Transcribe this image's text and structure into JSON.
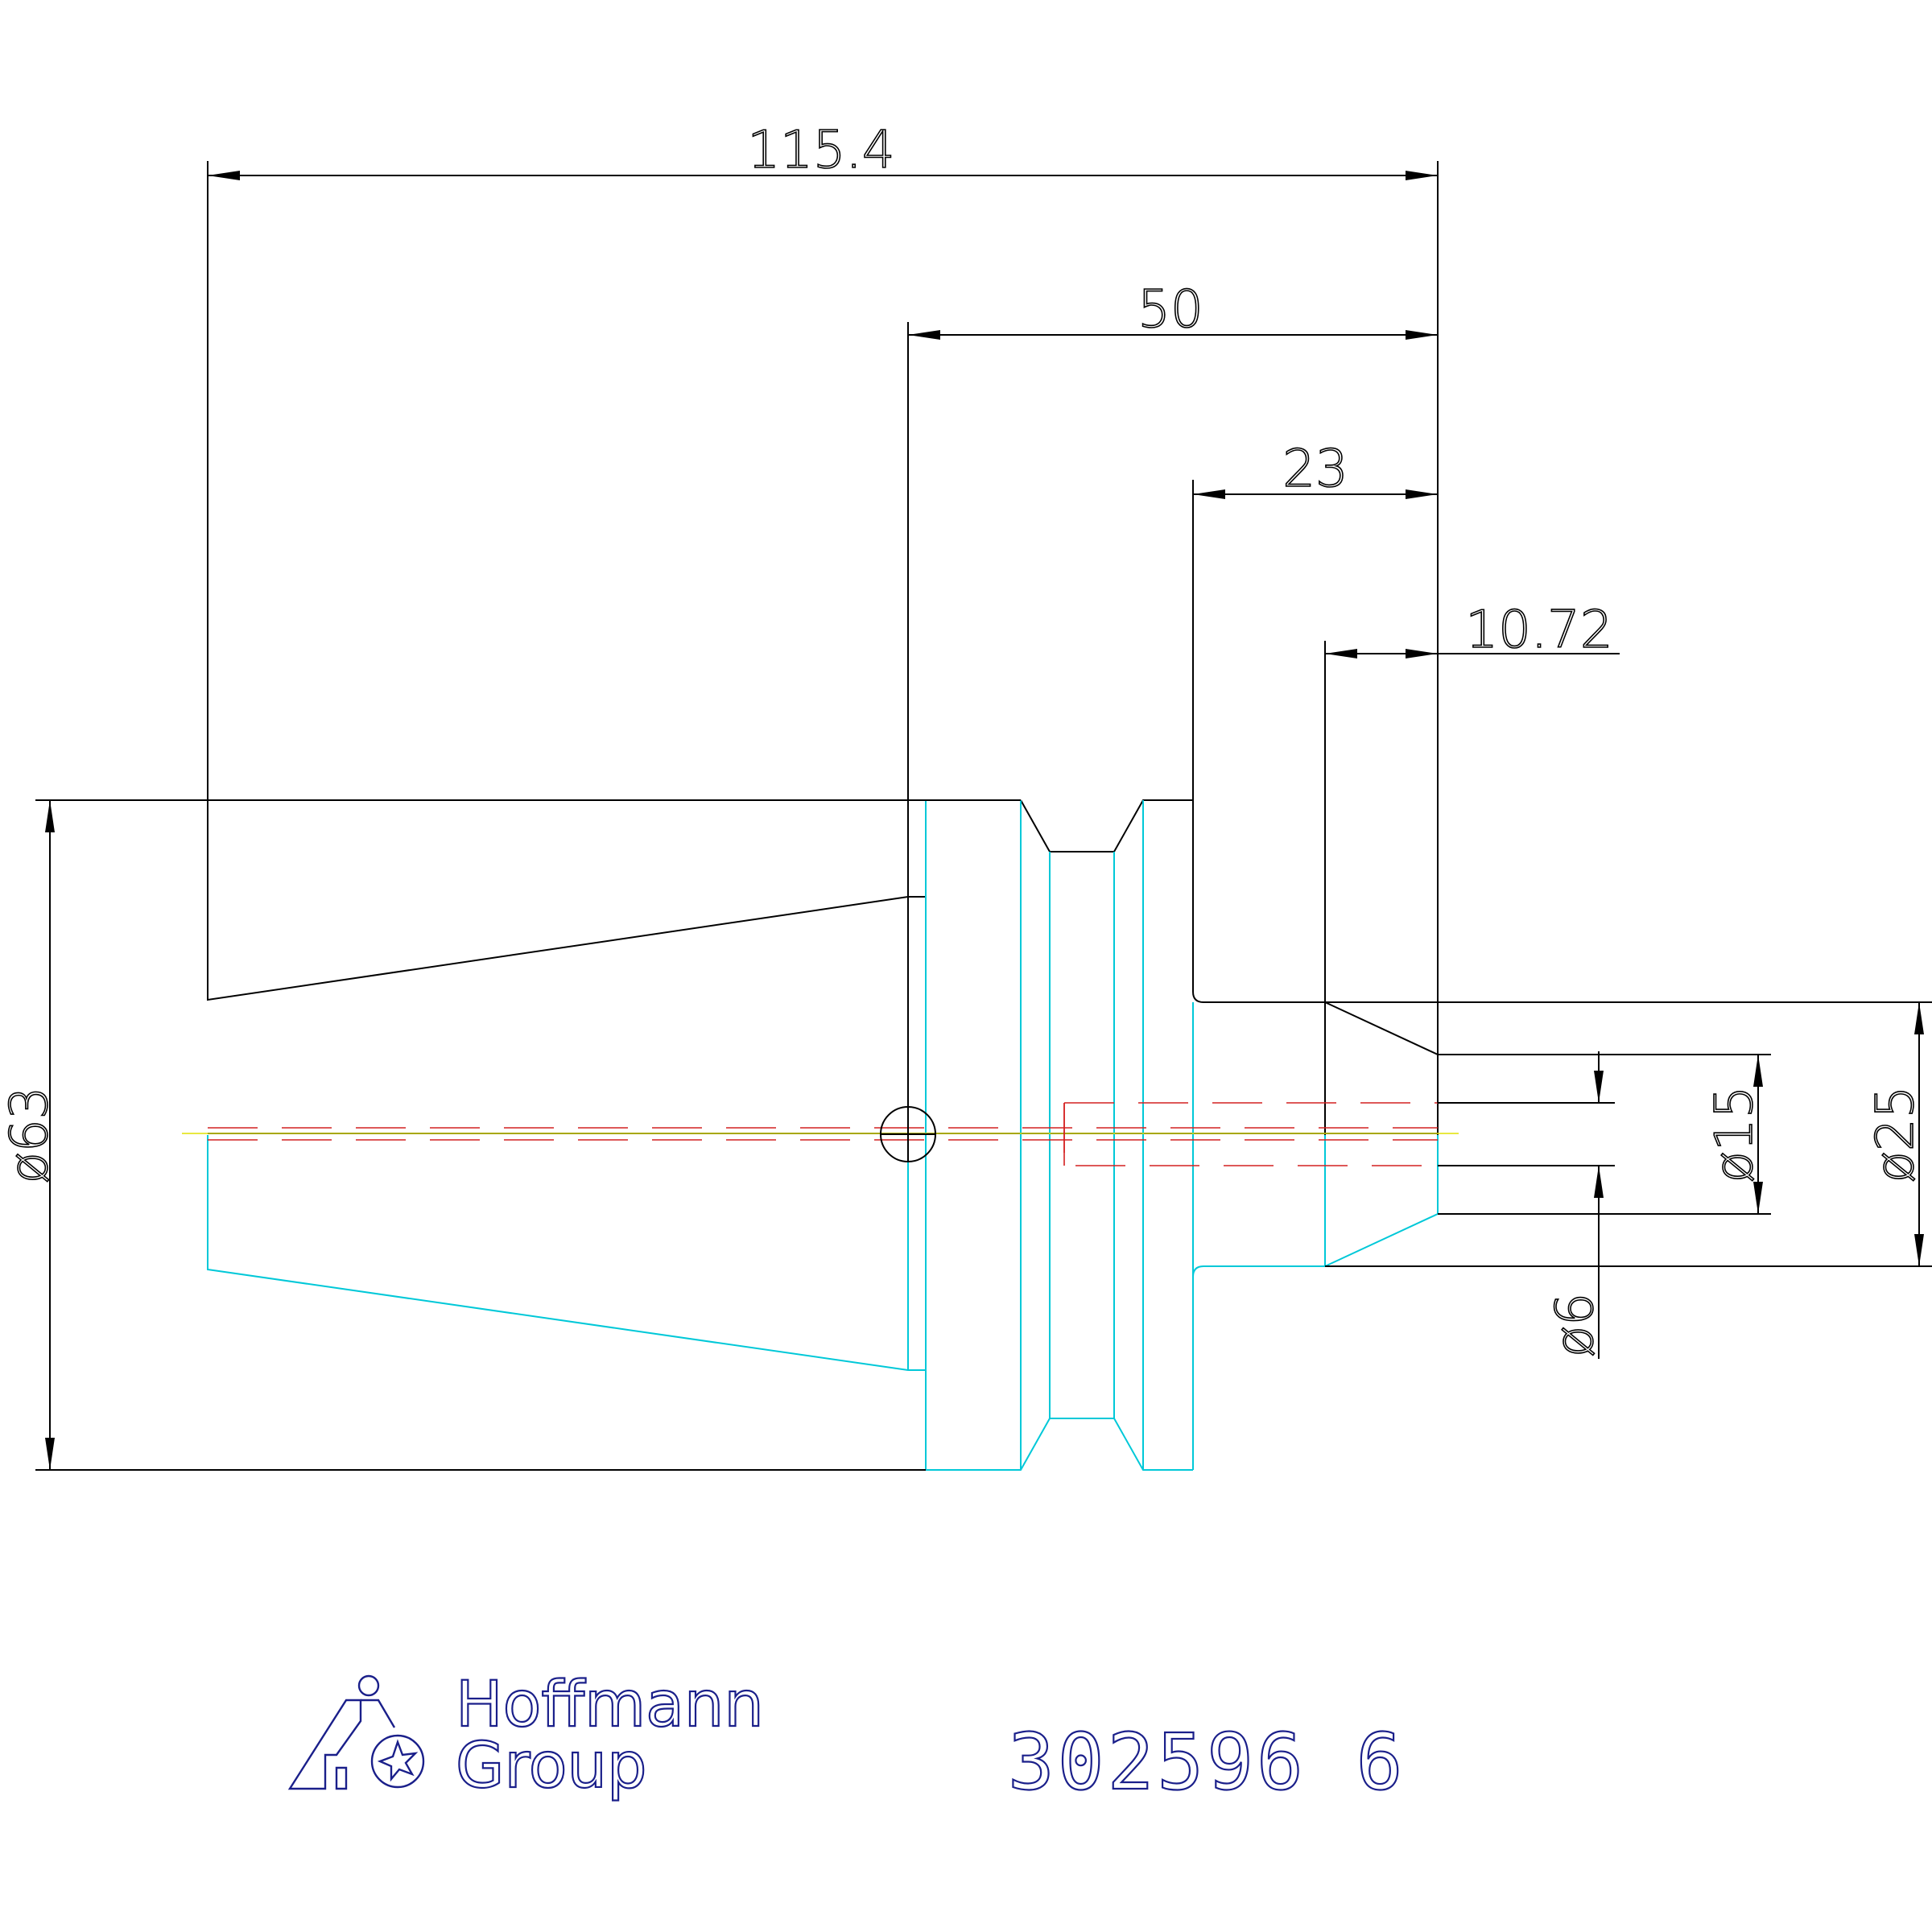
{
  "dimensions": {
    "overall_length": "115.4",
    "taper_to_end": "50",
    "flange_to_end": "23",
    "pilot_length": "10.72",
    "outer_diameter": "ø63",
    "shank_diameter": "ø25",
    "tip_diameter": "ø15",
    "bore_diameter": "ø6"
  },
  "logo": {
    "line1": "Hoffmann",
    "line2": "Group"
  },
  "part_number": "302596 6",
  "colors": {
    "outline": "#000000",
    "hidden_edges": "#00c8d8",
    "center_line": "#d42020",
    "axis": "#e0e000",
    "logo": "#1a1f8a"
  }
}
